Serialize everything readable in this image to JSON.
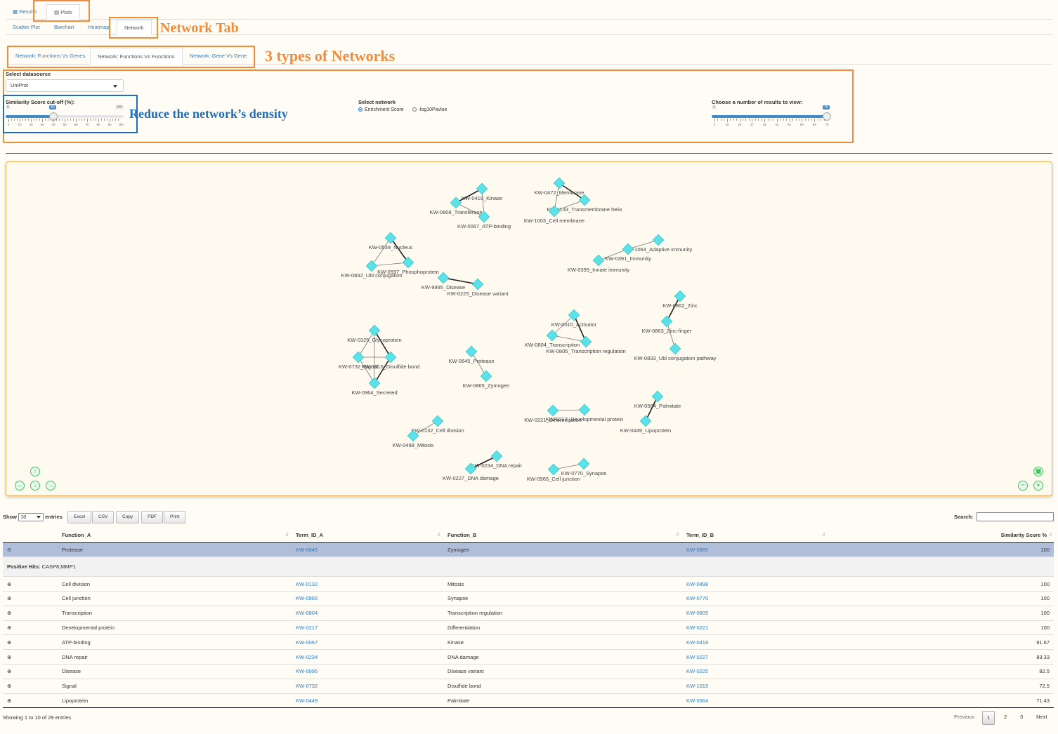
{
  "top_tabs": [
    {
      "label": "Results",
      "icon": "table-icon"
    },
    {
      "label": "Plots",
      "icon": "bar-chart-icon"
    }
  ],
  "plot_tabs": [
    "Scatter Plot",
    "Barchart",
    "Heatmap",
    "Network"
  ],
  "network_tabs": [
    "Network: Functions Vs Genes",
    "Network: Functions Vs Functions",
    "Network: Gene Vs Gene"
  ],
  "annotations": {
    "network_tab": "Network Tab",
    "types": "3 types of Networks",
    "density": "Reduce the network’s density"
  },
  "annotation_colors": {
    "orange": "#f28b3a",
    "blue": "#1f6fb8"
  },
  "controls": {
    "datasource_label": "Select datasource",
    "datasource_value": "UniProt",
    "similarity_label": "Similarity Score cut-off (%):",
    "similarity_min": "0",
    "similarity_max": "100",
    "similarity_value": "40",
    "similarity_fraction": 0.4,
    "similarity_ticks": [
      "0",
      "10",
      "20",
      "30",
      "40",
      "50",
      "60",
      "70",
      "80",
      "90",
      "100"
    ],
    "network_label": "Select network",
    "network_options": [
      "Enrichment Score",
      "-log10Pavlue"
    ],
    "network_selected": "Enrichment Score",
    "results_label": "Choose a number of results to view:",
    "results_min": "2",
    "results_value": "76",
    "results_fraction": 1.0,
    "results_ticks": [
      "2",
      "10",
      "18",
      "27",
      "35",
      "43",
      "51",
      "60",
      "68",
      "76"
    ]
  },
  "network_nodes": [
    {
      "id": "n1",
      "label": "KW-0418_Kinase"
    },
    {
      "id": "n2",
      "label": "KW-0808_Transferase"
    },
    {
      "id": "n3",
      "label": "KW-0067_ATP-binding"
    },
    {
      "id": "n4",
      "label": "KW-0472_Membrane"
    },
    {
      "id": "n5",
      "label": "KW-1133_Transmembrane helix"
    },
    {
      "id": "n6",
      "label": "KW-1003_Cell membrane"
    },
    {
      "id": "n7",
      "label": "KW-0539_Nucleus"
    },
    {
      "id": "n8",
      "label": "KW-0832_Ubl conjugation"
    },
    {
      "id": "n9",
      "label": "KW-0597_Phosphoprotein"
    },
    {
      "id": "n10",
      "label": "KW-9995_Disease"
    },
    {
      "id": "n11",
      "label": "KW-0225_Disease variant"
    },
    {
      "id": "n12",
      "label": "KW-1064_Adaptive immunity"
    },
    {
      "id": "n13",
      "label": "KW-0391_Immunity"
    },
    {
      "id": "n14",
      "label": "KW-0399_Innate immunity"
    },
    {
      "id": "n15",
      "label": "KW-0862_Zinc"
    },
    {
      "id": "n16",
      "label": "KW-0863_Zinc-finger"
    },
    {
      "id": "n17",
      "label": "KW-0833_Ubl conjugation pathway"
    },
    {
      "id": "n18",
      "label": "KW-0010_Activator"
    },
    {
      "id": "n19",
      "label": "KW-0804_Transcription"
    },
    {
      "id": "n20",
      "label": "KW-0805_Transcription regulation"
    },
    {
      "id": "n21",
      "label": "KW-0325_Glycoprotein"
    },
    {
      "id": "n22",
      "label": "KW-0732_Signal"
    },
    {
      "id": "n23",
      "label": "KW-1015_Disulfide bond"
    },
    {
      "id": "n24",
      "label": "KW-0964_Secreted"
    },
    {
      "id": "n25",
      "label": "KW-0645_Protease"
    },
    {
      "id": "n26",
      "label": "KW-0865_Zymogen"
    },
    {
      "id": "n27",
      "label": "KW-0564_Palmitate"
    },
    {
      "id": "n28",
      "label": "KW-0449_Lipoprotein"
    },
    {
      "id": "n29",
      "label": "KW-0221_Differentiation"
    },
    {
      "id": "n30",
      "label": "KW-0217_Developmental protein"
    },
    {
      "id": "n31",
      "label": "KW-0132_Cell division"
    },
    {
      "id": "n32",
      "label": "KW-0498_Mitosis"
    },
    {
      "id": "n33",
      "label": "KW-0234_DNA repair"
    },
    {
      "id": "n34",
      "label": "KW-0227_DNA damage"
    },
    {
      "id": "n35",
      "label": "KW-0965_Cell junction"
    },
    {
      "id": "n36",
      "label": "KW-0770_Synapse"
    }
  ],
  "network_edges": [
    [
      "n1",
      "n2"
    ],
    [
      "n1",
      "n3"
    ],
    [
      "n2",
      "n3"
    ],
    [
      "n4",
      "n5"
    ],
    [
      "n4",
      "n6"
    ],
    [
      "n5",
      "n6"
    ],
    [
      "n7",
      "n9"
    ],
    [
      "n8",
      "n9"
    ],
    [
      "n7",
      "n8"
    ],
    [
      "n10",
      "n11"
    ],
    [
      "n12",
      "n13"
    ],
    [
      "n13",
      "n14"
    ],
    [
      "n15",
      "n16"
    ],
    [
      "n16",
      "n17"
    ],
    [
      "n18",
      "n19"
    ],
    [
      "n18",
      "n20"
    ],
    [
      "n19",
      "n20"
    ],
    [
      "n21",
      "n22"
    ],
    [
      "n21",
      "n23"
    ],
    [
      "n22",
      "n23"
    ],
    [
      "n22",
      "n24"
    ],
    [
      "n23",
      "n24"
    ],
    [
      "n21",
      "n24"
    ],
    [
      "n25",
      "n26"
    ],
    [
      "n27",
      "n28"
    ],
    [
      "n29",
      "n30"
    ],
    [
      "n31",
      "n32"
    ],
    [
      "n33",
      "n34"
    ],
    [
      "n35",
      "n36"
    ]
  ],
  "node_color": "#5ce1e6",
  "nav_icons": [
    "pan-up-icon",
    "pan-left-icon",
    "pan-down-icon",
    "pan-right-icon",
    "fit-icon",
    "zoom-out-icon",
    "zoom-in-icon"
  ],
  "table_controls": {
    "show": "Show",
    "length": "10",
    "entries": "entries",
    "buttons": [
      "Excel",
      "CSV",
      "Copy",
      "PDF",
      "Print"
    ],
    "search_label": "Search:"
  },
  "table": {
    "headers": [
      "Function_A",
      "Term_ID_A",
      "Function_B",
      "Term_ID_B",
      "Similarity Score %"
    ],
    "rows": [
      {
        "fa": "Protease",
        "ida": "KW-0645",
        "fb": "Zymogen",
        "idb": "KW-0865",
        "score": "100"
      },
      {
        "fa": "Cell division",
        "ida": "KW-0132",
        "fb": "Mitosis",
        "idb": "KW-0498",
        "score": "100"
      },
      {
        "fa": "Cell junction",
        "ida": "KW-0965",
        "fb": "Synapse",
        "idb": "KW-0770",
        "score": "100"
      },
      {
        "fa": "Transcription",
        "ida": "KW-0804",
        "fb": "Transcription regulation",
        "idb": "KW-0805",
        "score": "100"
      },
      {
        "fa": "Developmental protein",
        "ida": "KW-0217",
        "fb": "Differentiation",
        "idb": "KW-0221",
        "score": "100"
      },
      {
        "fa": "ATP-binding",
        "ida": "KW-0067",
        "fb": "Kinase",
        "idb": "KW-0418",
        "score": "91.67"
      },
      {
        "fa": "DNA repair",
        "ida": "KW-0234",
        "fb": "DNA damage",
        "idb": "KW-0227",
        "score": "83.33"
      },
      {
        "fa": "Disease",
        "ida": "KW-9995",
        "fb": "Disease variant",
        "idb": "KW-0225",
        "score": "82.5"
      },
      {
        "fa": "Signal",
        "ida": "KW-0732",
        "fb": "Disulfide bond",
        "idb": "KW-1015",
        "score": "72.5"
      },
      {
        "fa": "Lipoprotein",
        "ida": "KW-0449",
        "fb": "Palmitate",
        "idb": "KW-0564",
        "score": "71.43"
      }
    ],
    "child_label": "Positive Hits:",
    "child_value": "CASP8,MMP1"
  },
  "footer": {
    "info": "Showing 1 to 10 of 29 entries",
    "previous": "Previous",
    "pages": [
      "1",
      "2",
      "3"
    ],
    "next": "Next"
  }
}
